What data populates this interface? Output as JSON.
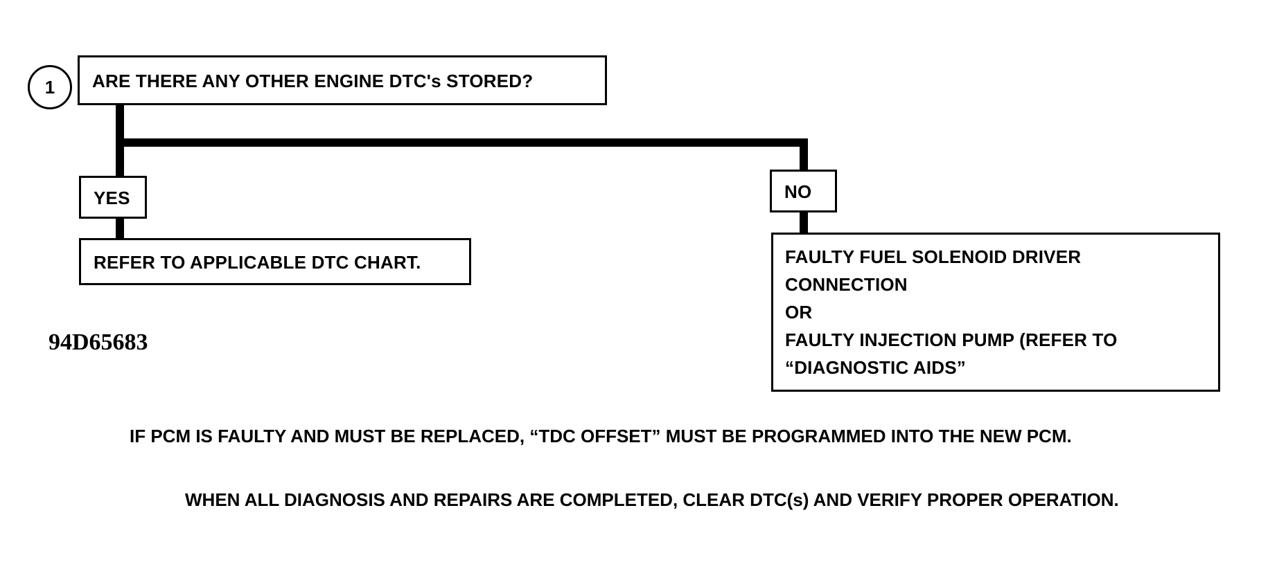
{
  "diagram": {
    "step_number": "1",
    "question": "ARE THERE ANY OTHER ENGINE DTC's STORED?",
    "yes_label": "YES",
    "no_label": "NO",
    "yes_action": "REFER TO APPLICABLE DTC CHART.",
    "no_action_lines": [
      "FAULTY FUEL SOLENOID DRIVER",
      "CONNECTION",
      "OR",
      "FAULTY INJECTION PUMP (REFER TO",
      "“DIAGNOSTIC AIDS”"
    ],
    "figure_code": "94D65683"
  },
  "notes": {
    "pcm_note": "IF PCM IS FAULTY AND MUST BE REPLACED, “TDC OFFSET” MUST BE PROGRAMMED INTO THE NEW PCM.",
    "clear_note": "WHEN ALL DIAGNOSIS AND REPAIRS ARE COMPLETED, CLEAR DTC(s) AND VERIFY PROPER OPERATION."
  }
}
